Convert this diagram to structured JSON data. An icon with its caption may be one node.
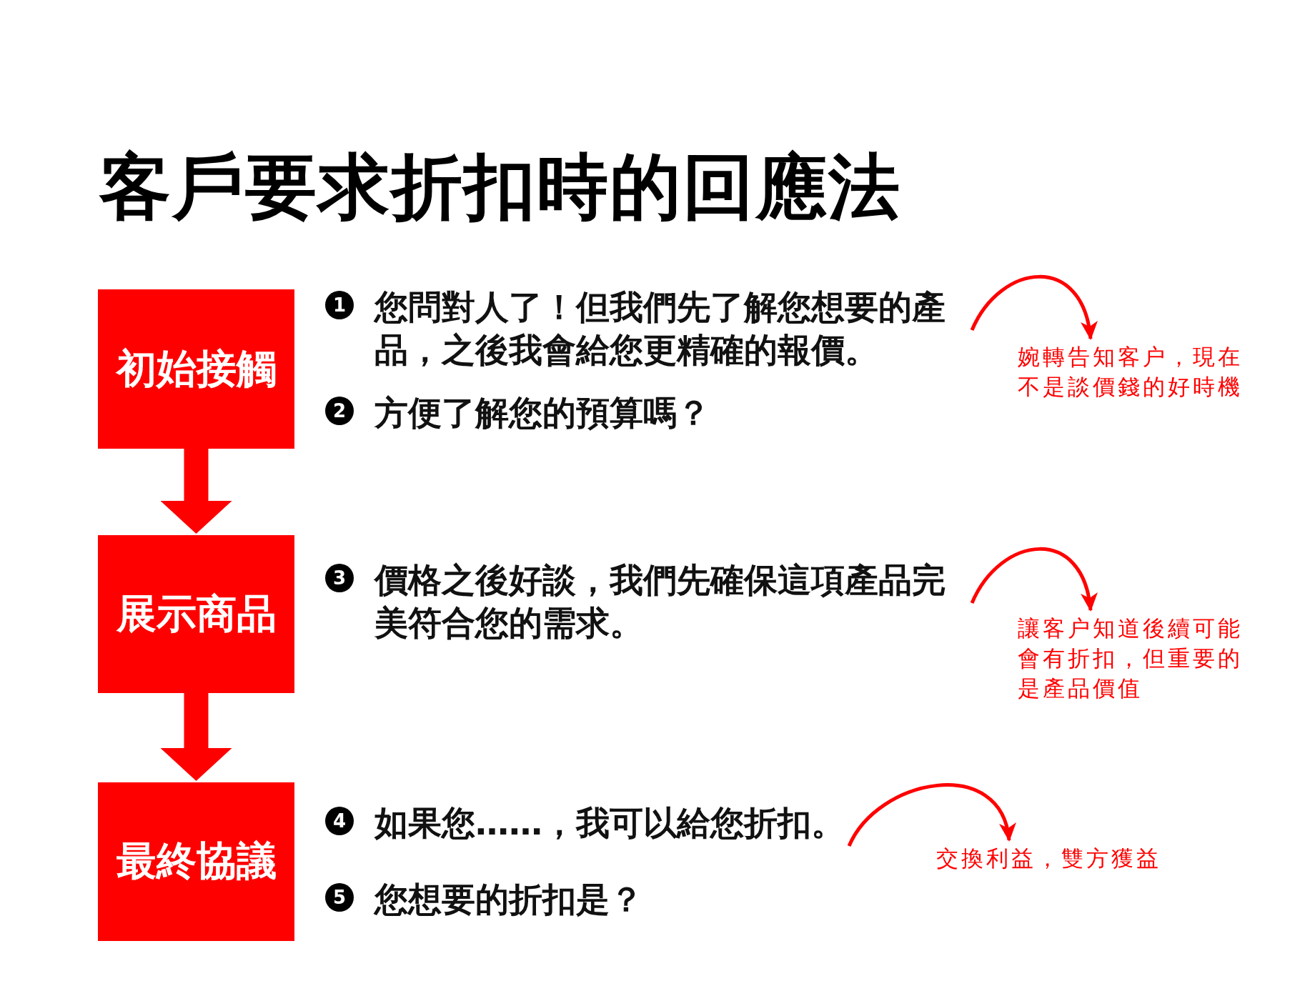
{
  "diagram": {
    "title": "客戶要求折扣時的回應法",
    "nodes": [
      {
        "text": [
          "初始接觸"
        ]
      },
      {
        "text": [
          "展示商品"
        ]
      },
      {
        "text": [
          "最終協議"
        ]
      },
      {
        "text": [
          "您問對人了！但我們先了解您想要的產品，之後我會給您更精確的報價。"
        ],
        "beside": [
          "1"
        ]
      },
      {
        "text": [
          "價格之後好談，我們先確保這項產品完美符合您的需求。"
        ],
        "beside": [
          "3"
        ]
      },
      {
        "text": [
          "如果您……，我可以給您折扣。"
        ],
        "beside": [
          "4"
        ]
      },
      {
        "text": [
          "婉轉告知客户，現在不是談價錢的好時機"
        ]
      },
      {
        "text": [
          "讓客户知道後續可能會有折扣，但重要的是產品價值"
        ]
      },
      {
        "text": [
          "交換利益，雙方獲益"
        ]
      }
    ],
    "edges": [
      {
        "from": 0,
        "to": 1,
        "arrow": "to",
        "style": "thick"
      },
      {
        "from": 1,
        "to": 2,
        "arrow": "to",
        "style": "thick"
      },
      {
        "from": 3,
        "to": 6,
        "arrow": "to"
      },
      {
        "from": 4,
        "to": 7,
        "arrow": "to"
      },
      {
        "from": 5,
        "to": 8,
        "arrow": "to"
      }
    ],
    "labels": [
      "2",
      "方便了解您的預算嗎？",
      "5",
      "您想要的折扣是？"
    ]
  }
}
